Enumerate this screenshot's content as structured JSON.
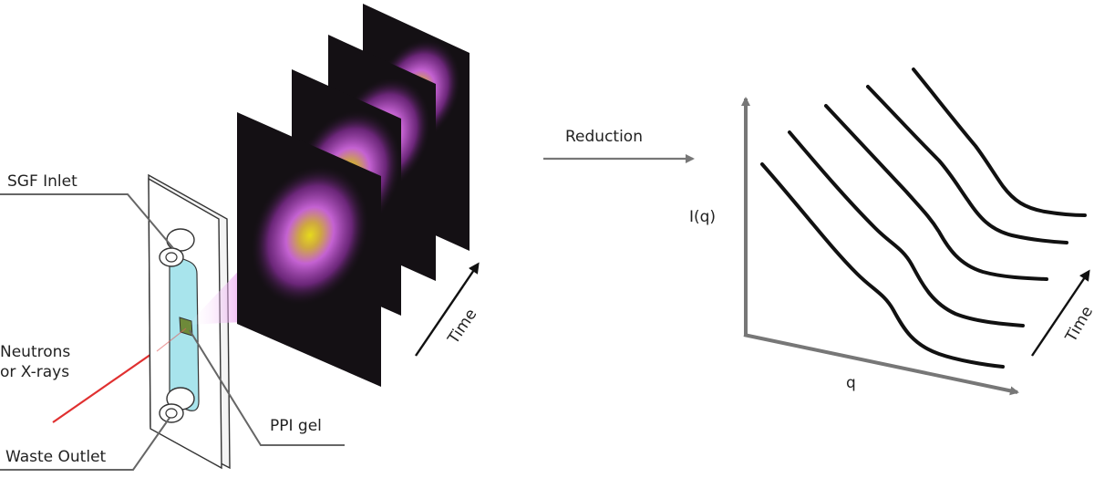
{
  "labels": {
    "sgf_inlet": "SGF Inlet",
    "neutrons_line1": "Neutrons",
    "neutrons_line2": "or X-rays",
    "waste_outlet": "Waste Outlet",
    "ppi_gel": "PPI gel",
    "time_frames": "Time",
    "reduction": "Reduction",
    "y_axis": "I(q)",
    "x_axis": "q",
    "time_plot": "Time"
  },
  "colors": {
    "line_gray": "#666666",
    "axis_gray": "#777777",
    "beam_red": "#e03030",
    "channel_cyan": "#a8e4ec",
    "gel_green": "#6e8a3a",
    "frame_dark": "#141014",
    "scatter_outer": "#c04ad8",
    "scatter_core": "#e0d020",
    "curve_black": "#111111"
  },
  "detector_frames": 4,
  "intensity_curves": 5
}
